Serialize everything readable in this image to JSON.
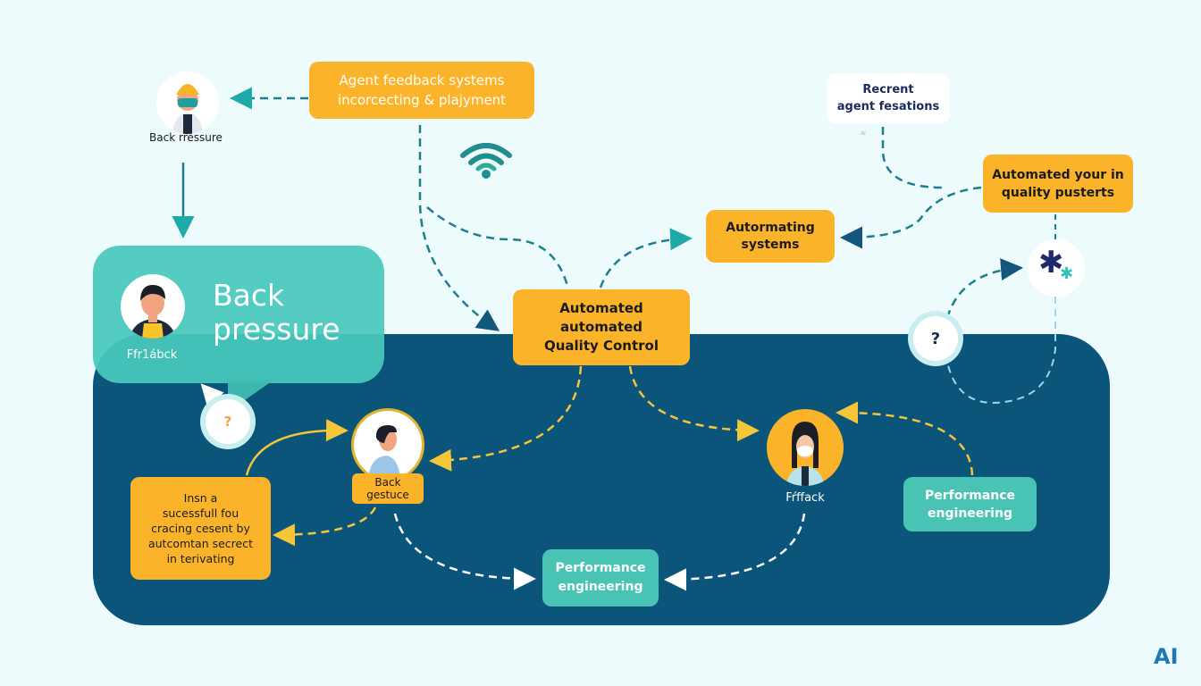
{
  "diagram": {
    "colors": {
      "background": "#eefbfc",
      "panel": "#0b557a",
      "orange": "#fbb42a",
      "teal": "#48c3b4",
      "dashed_teal": "#1b7f8f",
      "dashed_yellow": "#f5c53a",
      "dashed_white": "#ffffff",
      "navy": "#1d2a5c"
    },
    "nodes": {
      "top_person_label": "Back rressure",
      "top_center_box": {
        "line1": "Agent feedback systems",
        "line2": "incorcecting & plajyment"
      },
      "top_right_box": {
        "line1": "Recrent",
        "line2": "agent fesations"
      },
      "right_box": {
        "line1": "Automated your in",
        "line2": "quality pusterts"
      },
      "automating_box": {
        "line1": "Autormating",
        "line2": "systems"
      },
      "qc_box": {
        "line1": "Automated",
        "line2": "automated",
        "line3": "Quality Control"
      },
      "bubble": {
        "title_line1": "Back",
        "title_line2": "pressure",
        "avatar_label": "Ffr1ábck"
      },
      "question_left": "?",
      "question_right": "?",
      "left_box": {
        "lines": [
          "Insn a",
          "sucessfull fou",
          "cracing cesent by",
          "autcomtan secrect",
          "in terivating"
        ]
      },
      "center_person_label": {
        "line1": "Back",
        "line2": "gestuce"
      },
      "right_person_label": "Fŕffack",
      "perf_box_bottom": {
        "line1": "Performance",
        "line2": "engineering"
      },
      "perf_box_right": {
        "line1": "Performance",
        "line2": "engineering"
      },
      "asterisk_node": {
        "big": "✱",
        "small": "✱"
      },
      "wifi_icon": "wifi",
      "small_mark": "ᴬᴵ",
      "watermark": "AI"
    }
  }
}
